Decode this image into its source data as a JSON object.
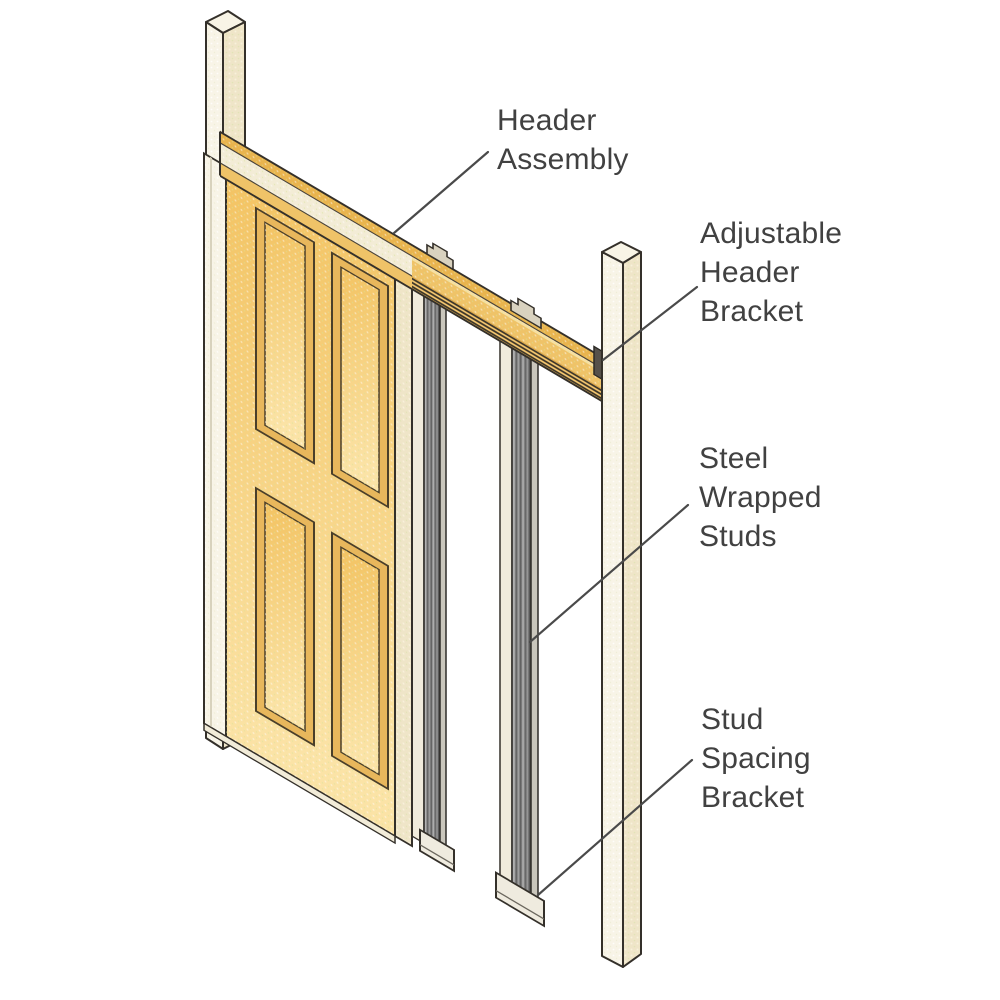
{
  "diagram": {
    "labels": [
      {
        "id": "header-assembly",
        "lines": [
          "Header",
          "Assembly"
        ]
      },
      {
        "id": "adjustable-header-bracket",
        "lines": [
          "Adjustable",
          "Header",
          "Bracket"
        ]
      },
      {
        "id": "steel-wrapped-studs",
        "lines": [
          "Steel",
          "Wrapped",
          "Studs"
        ]
      },
      {
        "id": "stud-spacing-bracket",
        "lines": [
          "Stud",
          "Spacing",
          "Bracket"
        ]
      }
    ],
    "colors": {
      "background": "#FFFFFF",
      "wood_cream": "#EFE5C8",
      "wood_pale": "#F8F4E7",
      "door_amber_top": "#F3C362",
      "door_amber_bottom": "#FBE3A6",
      "header_amber": "#E9B44E",
      "header_band": "#EFC368",
      "track_amber": "#DCA94B",
      "steel_gray": "#8F8F8F",
      "bracket_cream": "#D9D2BF",
      "bracket_plate_dark": "#56514A",
      "outline": "#34302A",
      "leader": "#4A4A4A",
      "text": "#414141"
    }
  }
}
